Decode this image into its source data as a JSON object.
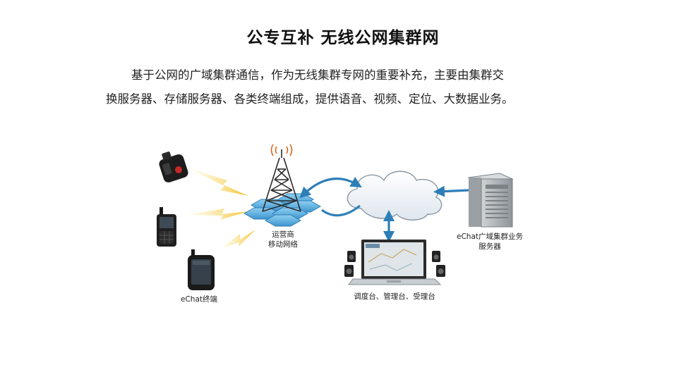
{
  "title": "公专互补  无线公网集群网",
  "intro_line1": "基于公网的广域集群通信，作为无线集群专网的重要补充，主要由集群交",
  "intro_line2": "换服务器、存储服务器、各类终端组成，提供语音、视频、定位、大数据业务。",
  "diagram": {
    "operator_network_line1": "运营商",
    "operator_network_line2": "移动网络",
    "terminals_label": "eChat终端",
    "server_label_line1": "eChat广域集群业务",
    "server_label_line2": "服务器",
    "consoles_label": "调度台、管理台、受理台"
  },
  "colors": {
    "arrow": "#2e7fb8",
    "hex_grid": "#5aa6d6",
    "lightning": "#f2c12e",
    "tower": "#2a2a2a"
  }
}
